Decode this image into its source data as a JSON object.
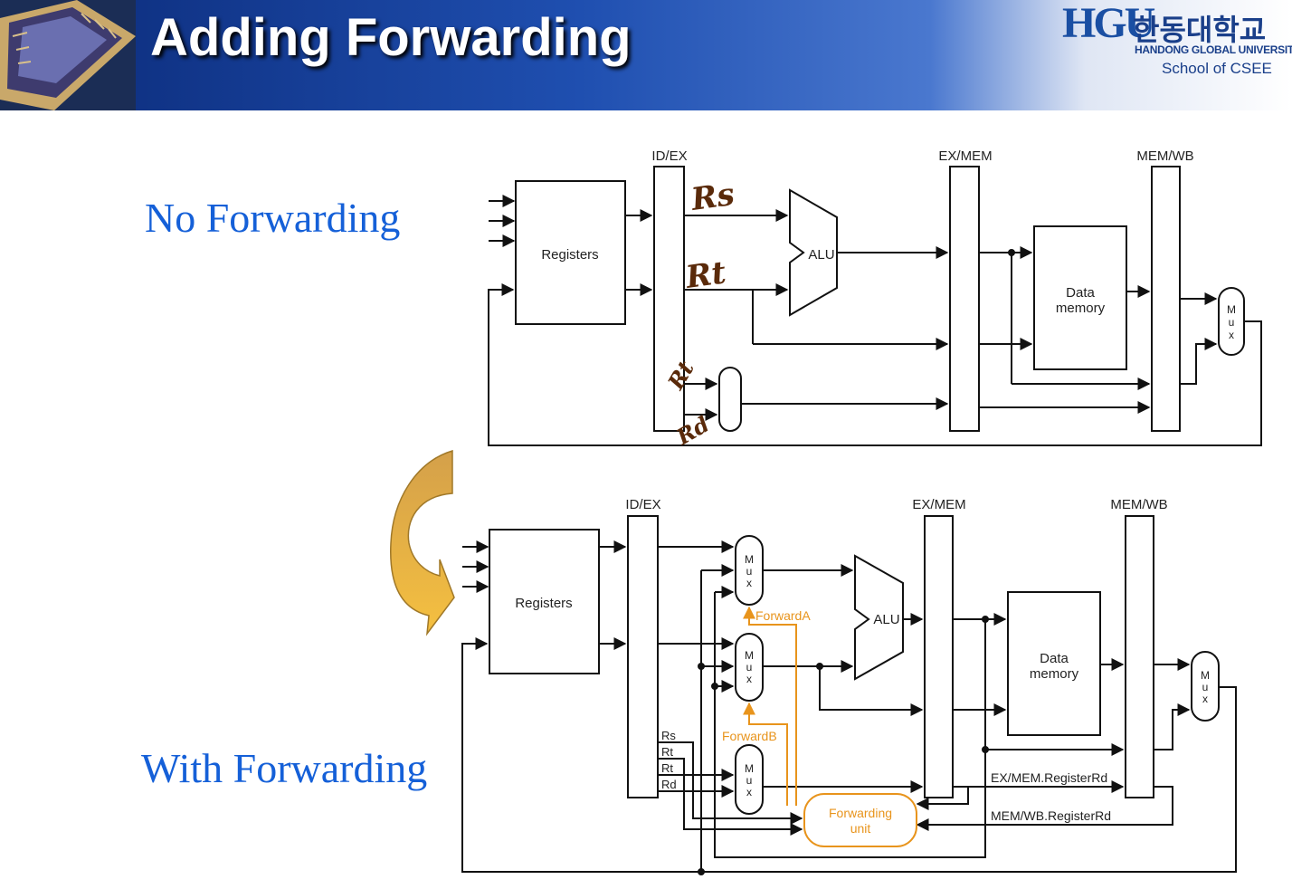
{
  "slide": {
    "title": "Adding Forwarding",
    "logo": {
      "mark": "HGU",
      "korean_name": "한동대학교",
      "english_name": "HANDONG GLOBAL UNIVERSITY",
      "school": "School of CSEE"
    },
    "headings": {
      "no_forwarding": "No Forwarding",
      "with_forwarding": "With Forwarding"
    }
  },
  "top_diagram": {
    "pipeline_registers": [
      "ID/EX",
      "EX/MEM",
      "MEM/WB"
    ],
    "registers_label": "Registers",
    "alu_label": "ALU",
    "data_memory_label": [
      "Data",
      "memory"
    ],
    "mux_label": [
      "M",
      "u",
      "x"
    ],
    "handwriting": [
      "Rs",
      "Rt",
      "Rt",
      "Rd"
    ]
  },
  "bottom_diagram": {
    "pipeline_registers": [
      "ID/EX",
      "EX/MEM",
      "MEM/WB"
    ],
    "registers_label": "Registers",
    "alu_label": "ALU",
    "data_memory_label": [
      "Data",
      "memory"
    ],
    "mux_label": [
      "M",
      "u",
      "x"
    ],
    "register_fields": [
      "Rs",
      "Rt",
      "Rt",
      "Rd"
    ],
    "forward_a": "ForwardA",
    "forward_b": "ForwardB",
    "forwarding_unit": [
      "Forwarding",
      "unit"
    ],
    "ex_mem_rd": "EX/MEM.RegisterRd",
    "mem_wb_rd": "MEM/WB.RegisterRd"
  },
  "colors": {
    "forwarding": "#e8941c",
    "arrow_gradient_top": "#d4a04a",
    "arrow_gradient_bottom": "#f5c040",
    "heading": "#1560d8"
  }
}
